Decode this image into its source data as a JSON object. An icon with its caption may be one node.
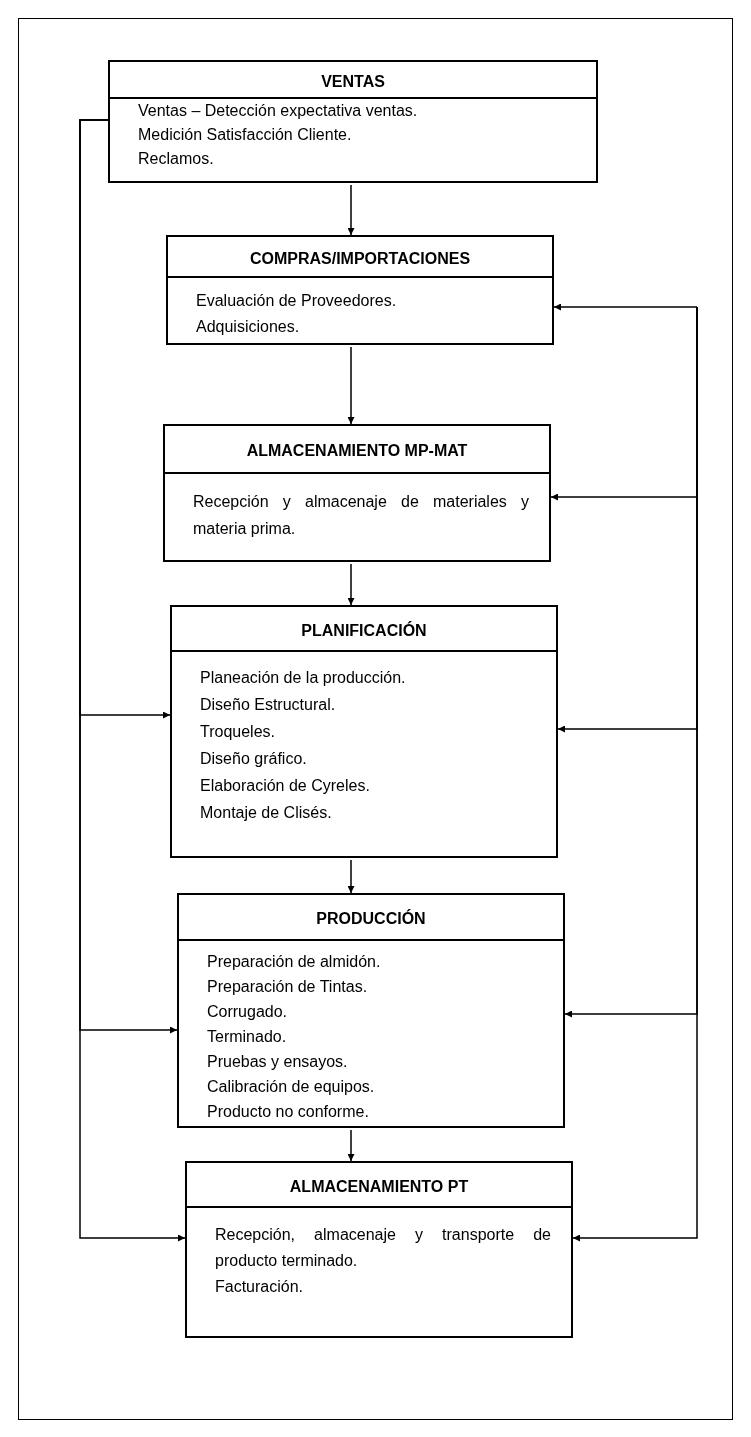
{
  "diagram": {
    "nodes": [
      {
        "text": [
          "VENTAS",
          "Ventas – Detección expectativa ventas.",
          "Medición Satisfacción Cliente.",
          "Reclamos."
        ]
      },
      {
        "text": [
          "COMPRAS/IMPORTACIONES",
          "Evaluación de Proveedores.",
          "Adquisiciones."
        ]
      },
      {
        "text": [
          "ALMACENAMIENTO MP-MAT",
          "Recepción y almacenaje de materiales y materia prima."
        ]
      },
      {
        "text": [
          "PLANIFICACIÓN",
          "Planeación de la producción.",
          "Diseño Estructural.",
          "Troqueles.",
          "Diseño gráfico.",
          "Elaboración de Cyreles.",
          "Montaje de Clisés."
        ]
      },
      {
        "text": [
          "PRODUCCIÓN",
          "Preparación de almidón.",
          "Preparación de Tintas.",
          "Corrugado.",
          "Terminado.",
          "Pruebas y ensayos.",
          "Calibración de equipos.",
          "Producto no conforme."
        ]
      },
      {
        "text": [
          "ALMACENAMIENTO PT",
          "Recepción, almacenaje y transporte de producto terminado.",
          "Facturación."
        ]
      }
    ],
    "edges": [
      {
        "from": 0,
        "to": 1,
        "arrow": "to"
      },
      {
        "from": 1,
        "to": 2,
        "arrow": "to"
      },
      {
        "from": 2,
        "to": 3,
        "arrow": "to"
      },
      {
        "from": 3,
        "to": 4,
        "arrow": "to"
      },
      {
        "from": 4,
        "to": 5,
        "arrow": "to"
      },
      {
        "from": 0,
        "to": 3,
        "arrow": "to"
      },
      {
        "from": 0,
        "to": 4,
        "arrow": "to"
      },
      {
        "from": 0,
        "to": 5,
        "arrow": "to"
      },
      {
        "from": null,
        "to": 1,
        "arrow": "to"
      },
      {
        "from": null,
        "to": 2,
        "arrow": "to"
      },
      {
        "from": null,
        "to": 3,
        "arrow": "to"
      },
      {
        "from": null,
        "to": 4,
        "arrow": "to"
      },
      {
        "from": null,
        "to": 5,
        "arrow": "to"
      }
    ]
  }
}
